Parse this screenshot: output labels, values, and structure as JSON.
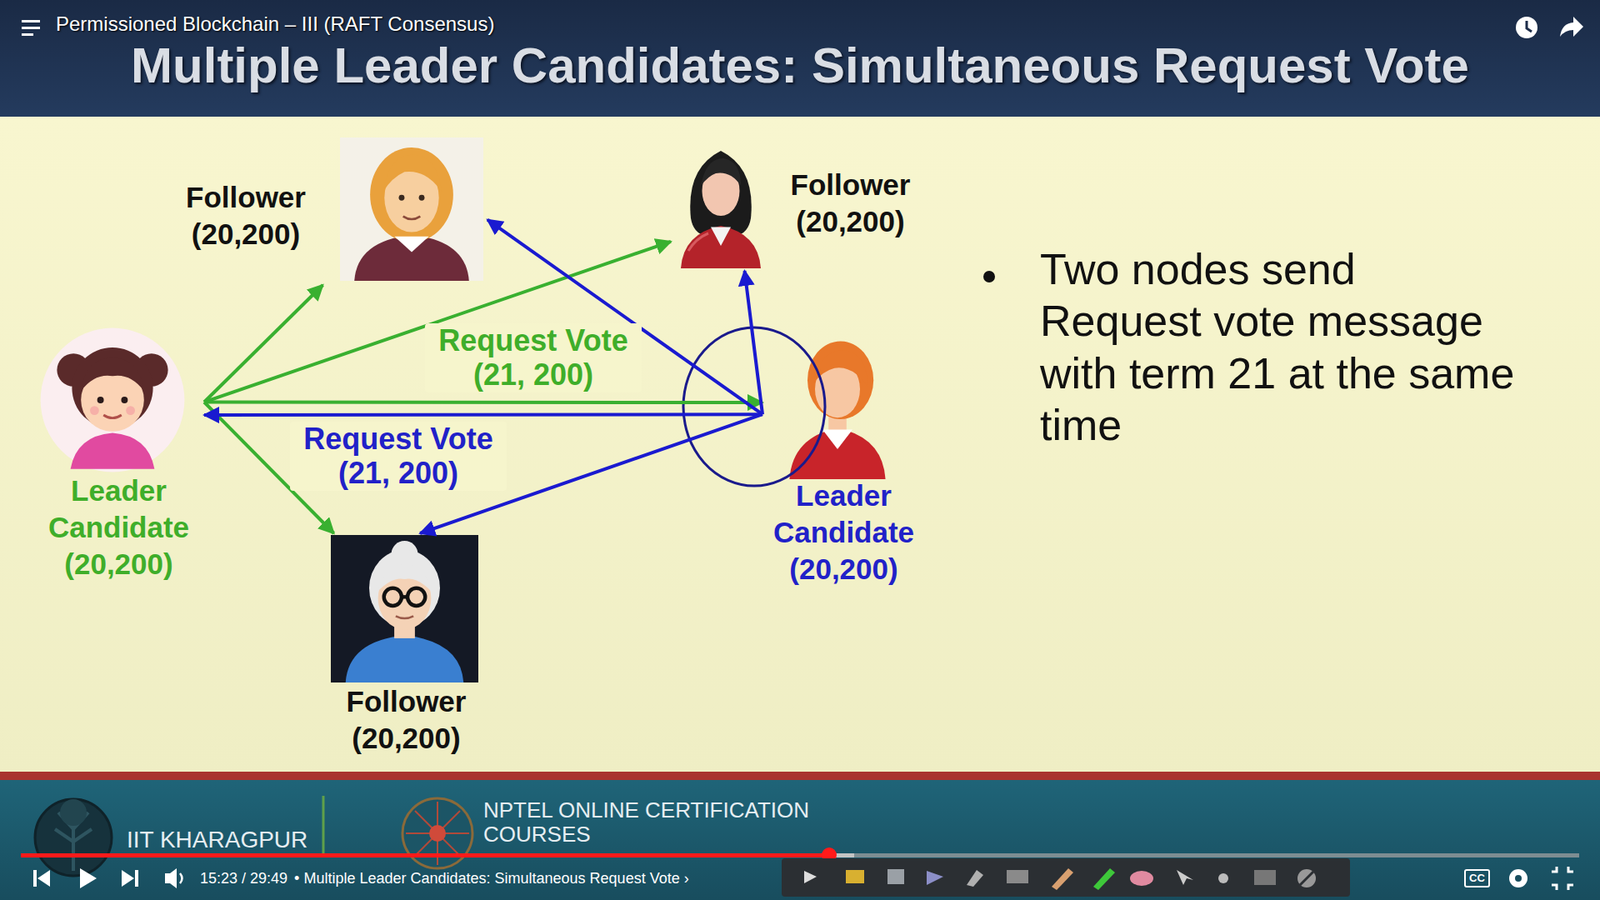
{
  "diagram": {
    "title": "Multiple Leader Candidates: Simultaneous Request Vote",
    "nodes": [
      {
        "text": [
          "Follower (20,200)"
        ]
      },
      {
        "text": [
          "Follower (20,200)"
        ]
      },
      {
        "text": [
          "Leader Candidate (20,200)"
        ]
      },
      {
        "text": [
          "Leader Candidate (20,200)"
        ]
      },
      {
        "text": [
          "Follower (20,200)"
        ]
      }
    ],
    "edges": [
      {
        "from": 2,
        "to": 0,
        "arrow": "to"
      },
      {
        "from": 2,
        "to": 1,
        "arrow": "to"
      },
      {
        "from": 2,
        "to": 3,
        "arrow": "to",
        "label": "Request Vote (21, 200)"
      },
      {
        "from": 2,
        "to": 4,
        "arrow": "to"
      },
      {
        "from": 3,
        "to": 0,
        "arrow": "to"
      },
      {
        "from": 3,
        "to": 1,
        "arrow": "to"
      },
      {
        "from": 3,
        "to": 2,
        "arrow": "to",
        "label": "Request Vote (21, 200)"
      },
      {
        "from": 3,
        "to": 4,
        "arrow": "to"
      }
    ],
    "labels": [
      "Permissioned Blockchain – III (RAFT Consensus)",
      "Two nodes send Request vote message with term 21 at the same time",
      "IIT KHARAGPUR",
      "NPTEL ONLINE CERTIFICATION COURSES",
      "15:23 / 29:49",
      "• Multiple Leader Candidates: Simultaneous Request Vote ›",
      "CC"
    ]
  }
}
